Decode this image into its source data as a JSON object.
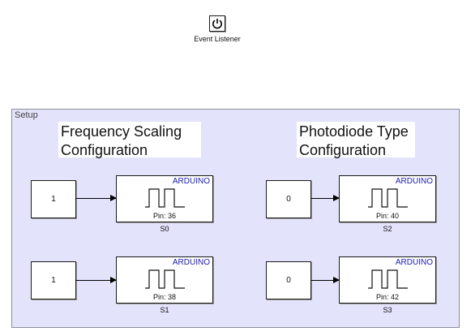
{
  "event_listener": {
    "label": "Event Listener",
    "icon": "power-icon"
  },
  "setup": {
    "title": "Setup",
    "annotations": [
      "Frequency Scaling\nConfiguration",
      "Photodiode Type\nConfiguration"
    ],
    "constants": [
      "1",
      "1",
      "0",
      "0"
    ],
    "arduino_blocks": [
      {
        "tag": "ARDUINO",
        "pin": "Pin: 36",
        "name": "S0"
      },
      {
        "tag": "ARDUINO",
        "pin": "Pin: 38",
        "name": "S1"
      },
      {
        "tag": "ARDUINO",
        "pin": "Pin: 40",
        "name": "S2"
      },
      {
        "tag": "ARDUINO",
        "pin": "Pin: 42",
        "name": "S3"
      }
    ]
  },
  "colors": {
    "area_fill": "#e3e3fb",
    "arduino_tag": "#1a1ab4",
    "background": "#ffffff"
  }
}
